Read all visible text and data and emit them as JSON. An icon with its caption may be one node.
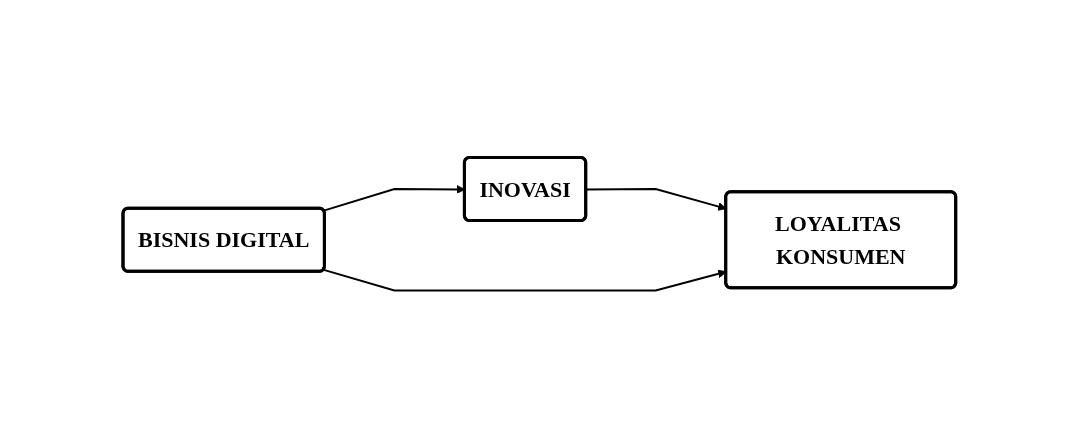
{
  "diagram": {
    "nodes": [
      {
        "text": [
          "INOVASI"
        ]
      },
      {
        "text": [
          "BISNIS DIGITAL"
        ]
      },
      {
        "text": [
          "LOYALITAS KONSUMEN"
        ]
      }
    ],
    "edges": [
      {
        "from": 1,
        "to": 0,
        "arrow": "to"
      },
      {
        "from": 0,
        "to": 2,
        "arrow": "to"
      },
      {
        "from": 1,
        "to": 2,
        "arrow": "to"
      }
    ]
  }
}
